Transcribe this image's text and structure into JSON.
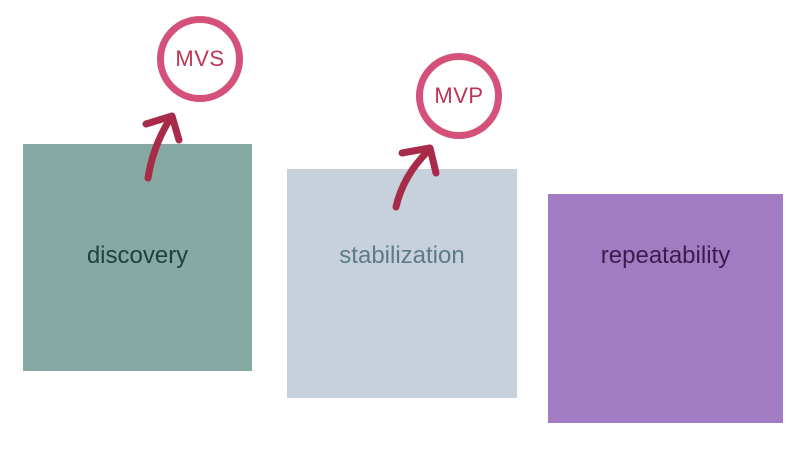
{
  "slide": {
    "background": "#ffffff",
    "stages": [
      {
        "id": "discovery",
        "label": "discovery",
        "fill": "#87a9a4",
        "text_color": "#1d423d"
      },
      {
        "id": "stabilization",
        "label": "stabilization",
        "fill": "#c6d1db",
        "text_color": "#5d7b89"
      },
      {
        "id": "repeatability",
        "label": "repeatability",
        "fill": "#a27cc3",
        "text_color": "#3e1b4c"
      }
    ],
    "badges": [
      {
        "id": "mvs",
        "label": "MVS",
        "ring_color": "#d4517a",
        "text_color": "#bd3456"
      },
      {
        "id": "mvp",
        "label": "MVP",
        "ring_color": "#d4517a",
        "text_color": "#bd3456"
      }
    ],
    "arrow_color": "#a92b4a"
  }
}
